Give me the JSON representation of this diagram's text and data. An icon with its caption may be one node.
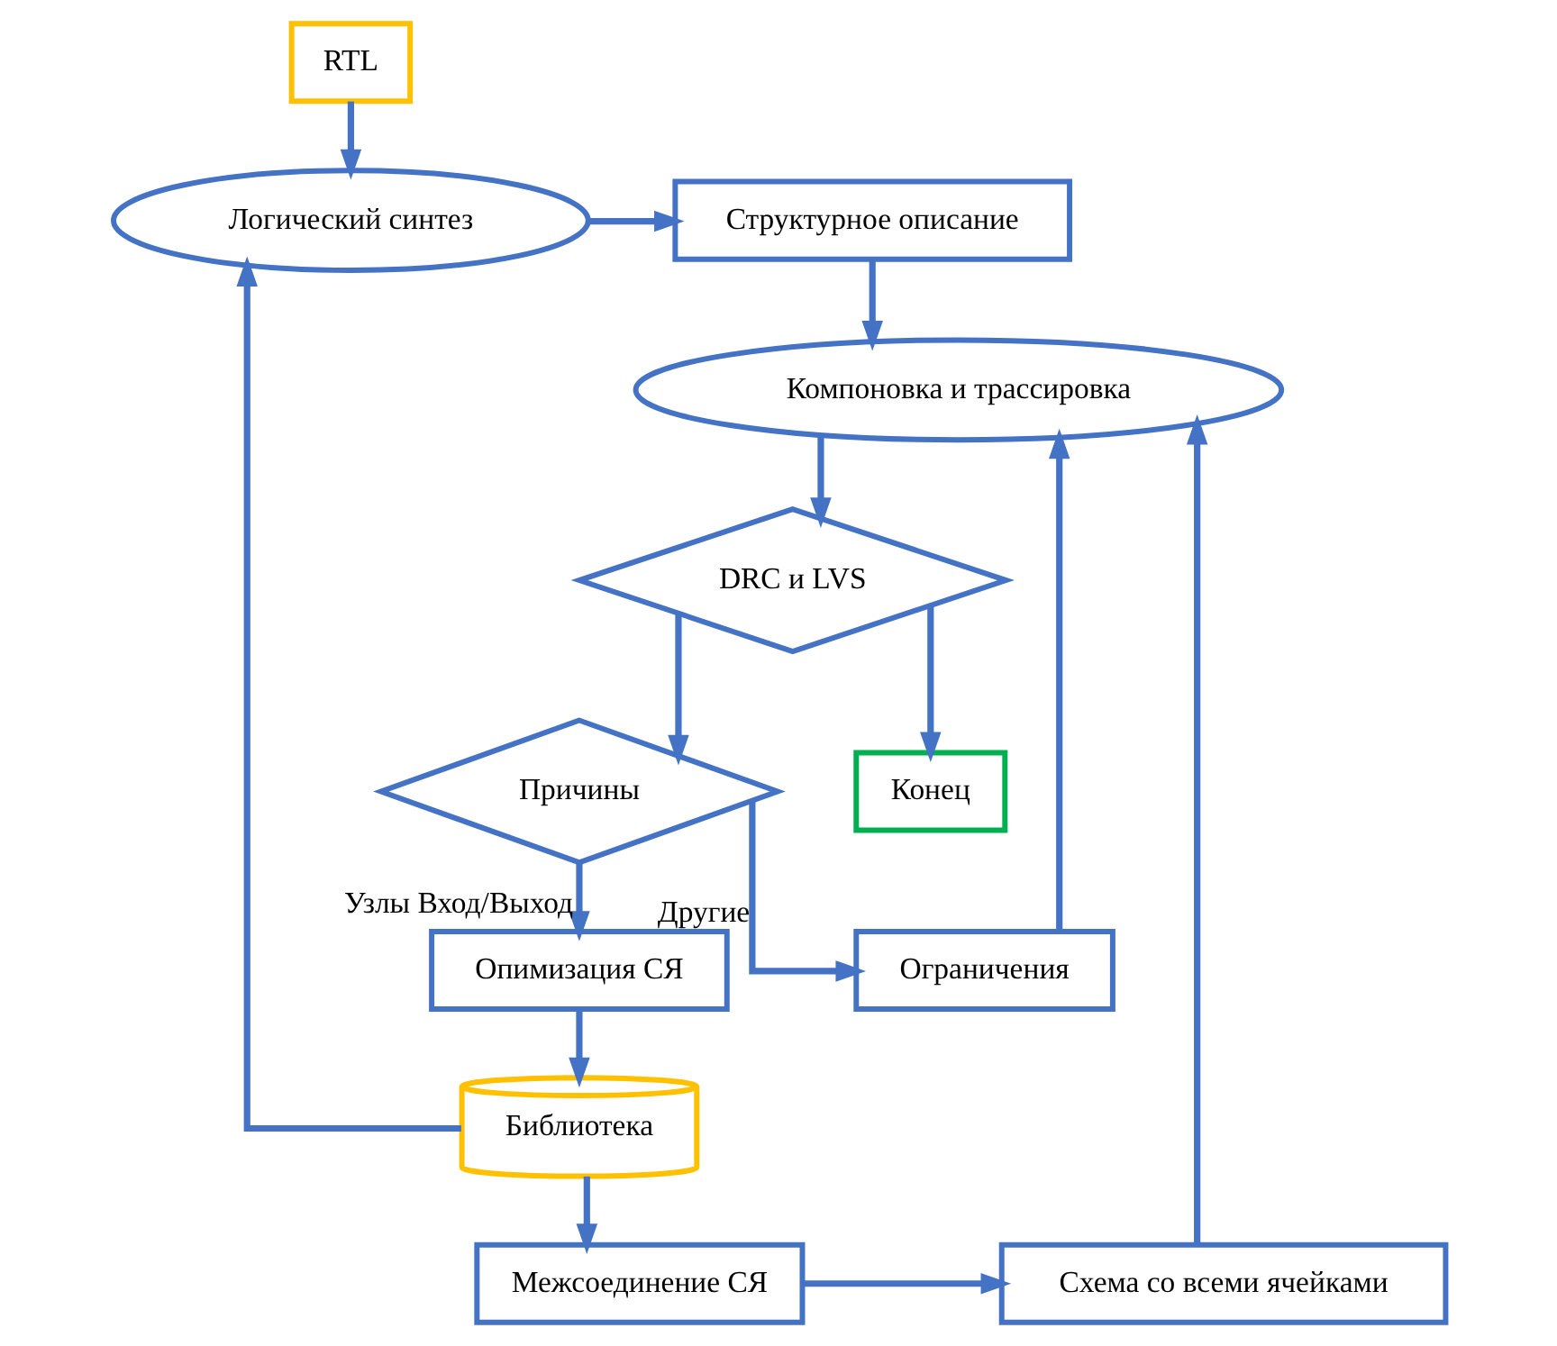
{
  "diagram": {
    "nodes": [
      {
        "text": [
          "RTL"
        ]
      },
      {
        "text": [
          "Логический синтез"
        ]
      },
      {
        "text": [
          "Структурное описание"
        ]
      },
      {
        "text": [
          "Компоновка и трассировка"
        ]
      },
      {
        "text": [
          "Библиотека"
        ]
      },
      {
        "text": [
          "Схема со всеми ячейками"
        ]
      },
      {
        "text": [
          "Межсоединение СЯ"
        ]
      },
      {
        "text": [
          "Опимизация СЯ"
        ]
      },
      {
        "text": [
          "DRC и LVS"
        ]
      },
      {
        "text": [
          "Причины"
        ]
      },
      {
        "text": [
          "Конец"
        ]
      },
      {
        "text": [
          "Ограничения"
        ]
      }
    ],
    "edges": [
      {
        "from": 0,
        "to": 1,
        "arrow": "to"
      },
      {
        "from": 4,
        "to": 1,
        "arrow": "to"
      },
      {
        "from": 4,
        "to": 6,
        "arrow": "to"
      },
      {
        "from": 1,
        "to": 2,
        "arrow": "to"
      },
      {
        "from": 2,
        "to": 3,
        "arrow": "to"
      },
      {
        "from": 6,
        "to": 5,
        "arrow": "to"
      },
      {
        "from": 5,
        "to": 3,
        "arrow": "to"
      },
      {
        "from": 3,
        "to": 8,
        "arrow": "to"
      },
      {
        "from": 8,
        "to": 9,
        "arrow": "to"
      },
      {
        "from": 8,
        "to": 10,
        "arrow": "to"
      },
      {
        "from": 9,
        "to": 7,
        "label": "Узлы Вход/Выход",
        "arrow": "to"
      },
      {
        "from": 9,
        "to": 11,
        "label": "Другие",
        "arrow": "to"
      },
      {
        "from": 7,
        "to": 4,
        "arrow": "to"
      },
      {
        "from": 11,
        "to": 3,
        "arrow": "to"
      }
    ]
  }
}
